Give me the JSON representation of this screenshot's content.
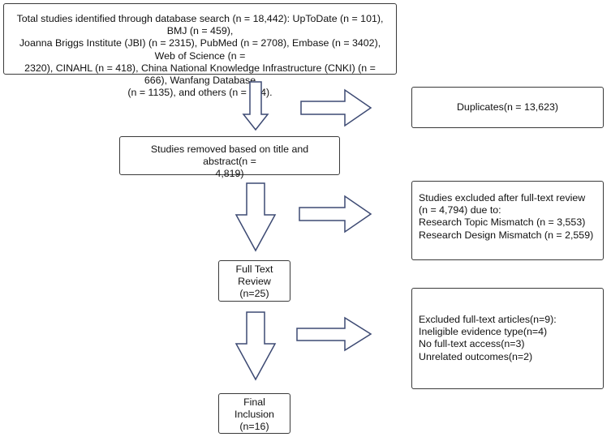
{
  "boxes": {
    "identified": {
      "lines": [
        "Total studies identified through database search (n = 18,442): UpToDate (n = 101), BMJ (n = 459),",
        "Joanna Briggs Institute (JBI) (n = 2315), PubMed (n = 2708), Embase (n = 3402), Web of Science (n =",
        "2320), CINAHL (n = 418), China National Knowledge Infrastructure (CNKI) (n = 666), Wanfang Database",
        "(n = 1135), and others (n = 404)."
      ]
    },
    "duplicates": {
      "lines": [
        "Duplicates(n = 13,623)"
      ]
    },
    "title_abstract": {
      "lines": [
        "Studies removed based on title and abstract(n =",
        "4,819)"
      ]
    },
    "fulltext_excluded": {
      "lines": [
        "Studies excluded after full-text review",
        "(n = 4,794) due to:",
        "Research Topic Mismatch (n = 3,553)",
        "Research Design Mismatch (n = 2,559)"
      ]
    },
    "fulltext_review": {
      "lines": [
        "Full Text",
        "Review",
        "(n=25)"
      ]
    },
    "excluded_articles": {
      "lines": [
        "Excluded full-text articles(n=9):",
        "Ineligible evidence type(n=4)",
        "No full-text access(n=3)",
        "Unrelated outcomes(n=2)"
      ]
    },
    "final_inclusion": {
      "lines": [
        "Final",
        "Inclusion",
        "(n=16)"
      ]
    }
  },
  "colors": {
    "arrow_stroke": "#3d4a73",
    "box_border": "#3a3a3a"
  }
}
